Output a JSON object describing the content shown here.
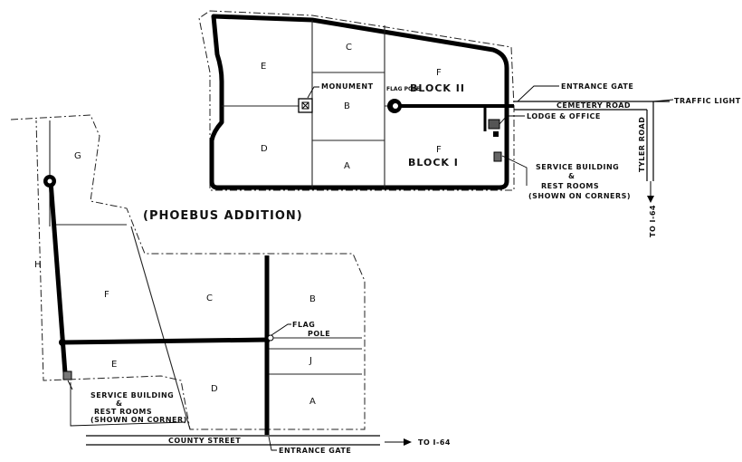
{
  "main_cemetery": {
    "sections": {
      "c": "C",
      "e": "E",
      "f_top": "F",
      "b": "B",
      "d": "D",
      "a": "A",
      "f_bottom": "F"
    },
    "block_ii": "BLOCK  II",
    "block_i": "BLOCK  I",
    "monument": "MONUMENT",
    "flag_pole": "FLAG POLE",
    "entrance_gate": "ENTRANCE GATE",
    "cemetery_road": "CEMETERY  ROAD",
    "traffic_light": "TRAFFIC LIGHT",
    "lodge_office": "LODGE & OFFICE",
    "tyler_road": "TYLER ROAD",
    "service_line1": "SERVICE  BUILDING",
    "service_line2": "&",
    "service_line3": "REST  ROOMS",
    "service_line4": "(SHOWN ON CORNERS)",
    "to_i64": "TO I-64"
  },
  "phoebus": {
    "title": "(PHOEBUS ADDITION)",
    "sections": {
      "g": "G",
      "h": "H",
      "f": "F",
      "c": "C",
      "b": "B",
      "e": "E",
      "d": "D",
      "j": "J",
      "a": "A"
    },
    "flag_pole_line1": "FLAG",
    "flag_pole_line2": "POLE",
    "service_line1": "SERVICE  BUILDING",
    "service_line2": "&",
    "service_line3": "REST  ROOMS",
    "service_line4": "(SHOWN ON CORNER)",
    "county_street": "COUNTY  STREET",
    "entrance_gate": "ENTRANCE GATE",
    "to_i64": "TO I-64"
  }
}
